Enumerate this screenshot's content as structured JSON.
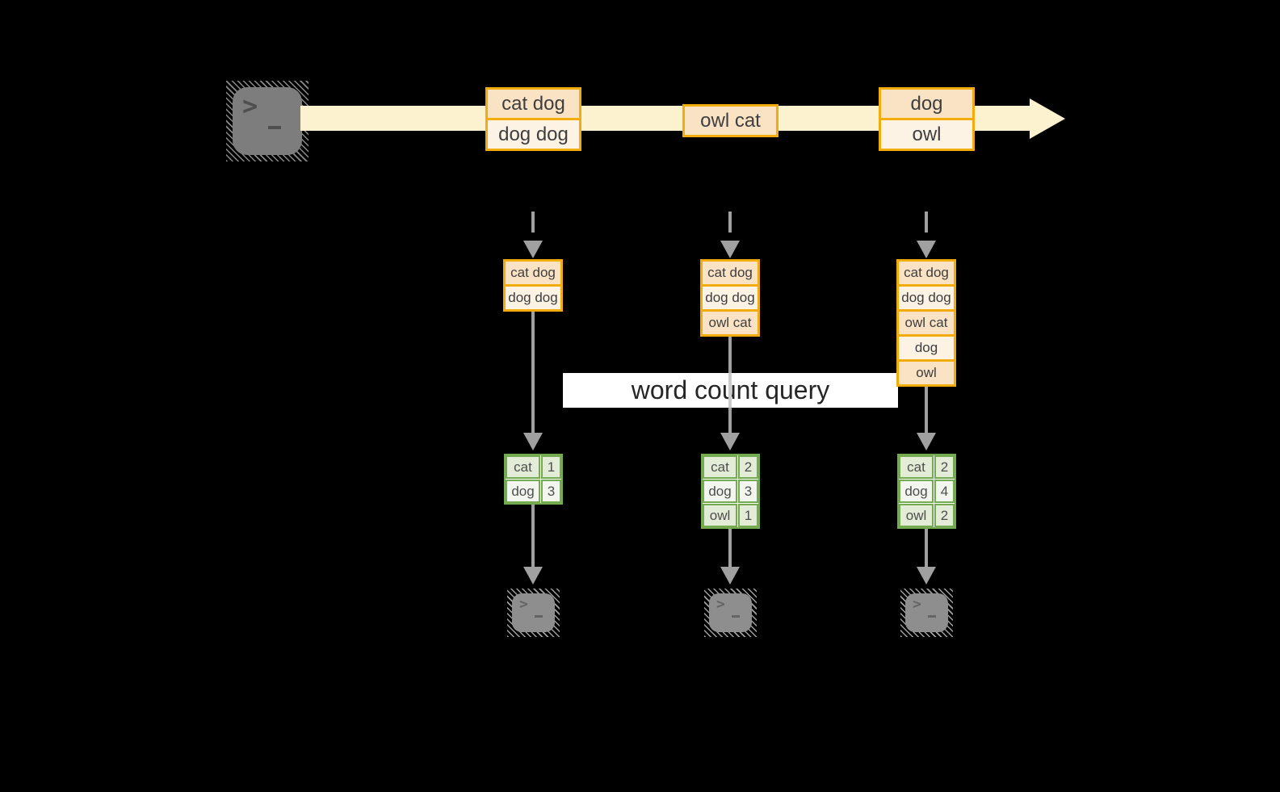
{
  "query_label": {
    "text": "word count query"
  },
  "stream": {
    "source_icon": "terminal-icon",
    "records": [
      {
        "lines": [
          "cat dog",
          "dog dog"
        ]
      },
      {
        "lines": [
          "owl cat"
        ]
      },
      {
        "lines": [
          "dog",
          "owl"
        ]
      }
    ]
  },
  "columns": [
    {
      "state_rows": [
        "cat dog",
        "dog dog"
      ],
      "counts": [
        {
          "word": "cat",
          "count": "1"
        },
        {
          "word": "dog",
          "count": "3"
        }
      ],
      "sink_icon": "terminal-icon"
    },
    {
      "state_rows": [
        "cat dog",
        "dog dog",
        "owl cat"
      ],
      "counts": [
        {
          "word": "cat",
          "count": "2"
        },
        {
          "word": "dog",
          "count": "3"
        },
        {
          "word": "owl",
          "count": "1"
        }
      ],
      "sink_icon": "terminal-icon"
    },
    {
      "state_rows": [
        "cat dog",
        "dog dog",
        "owl cat",
        "dog",
        "owl"
      ],
      "counts": [
        {
          "word": "cat",
          "count": "2"
        },
        {
          "word": "dog",
          "count": "4"
        },
        {
          "word": "owl",
          "count": "2"
        }
      ],
      "sink_icon": "terminal-icon"
    }
  ],
  "colors": {
    "background": "#000000",
    "stream_fill": "#fdf2cf",
    "record_border": "#f2ac0c",
    "record_fill_odd": "#fae2c5",
    "record_fill_even": "#fdf3e5",
    "table_border": "#74aa50",
    "table_fill_odd": "#e3ecd7",
    "table_fill_even": "#f2f6ee",
    "arrow_gray": "#a0a0a0",
    "terminal_source_fill": "#7d7d7d",
    "terminal_sink_fill": "#8e8e8e"
  }
}
